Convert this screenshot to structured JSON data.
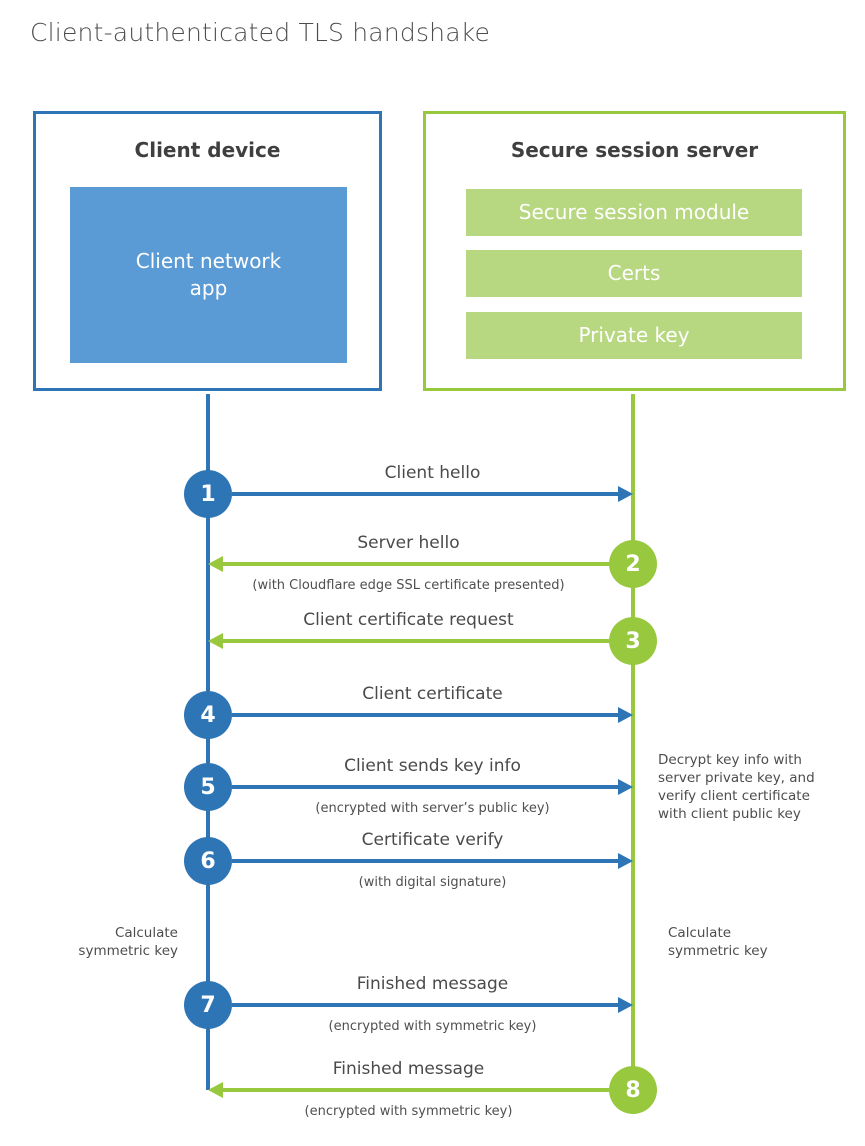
{
  "title": "Client-authenticated TLS handshake",
  "colors": {
    "client_blue": "#2e75b6",
    "client_blue_light": "#5b9bd5",
    "server_green": "#97c83e",
    "server_green_light": "#b7d781"
  },
  "client_box": {
    "title": "Client device",
    "app_line1": "Client network",
    "app_line2": "app"
  },
  "server_box": {
    "title": "Secure session server",
    "modules": [
      "Secure session module",
      "Certs",
      "Private key"
    ]
  },
  "messages": [
    {
      "step": "1",
      "label": "Client hello",
      "direction": "client-to-server",
      "sublabel": ""
    },
    {
      "step": "2",
      "label": "Server hello",
      "direction": "server-to-client",
      "sublabel": "(with Cloudflare edge SSL certificate presented)"
    },
    {
      "step": "3",
      "label": "Client certificate request",
      "direction": "server-to-client",
      "sublabel": ""
    },
    {
      "step": "4",
      "label": "Client certificate",
      "direction": "client-to-server",
      "sublabel": ""
    },
    {
      "step": "5",
      "label": "Client sends key info",
      "direction": "client-to-server",
      "sublabel": "(encrypted with server’s public key)"
    },
    {
      "step": "6",
      "label": "Certificate verify",
      "direction": "client-to-server",
      "sublabel": "(with digital signature)"
    },
    {
      "step": "7",
      "label": "Finished message",
      "direction": "client-to-server",
      "sublabel": "(encrypted with symmetric key)"
    },
    {
      "step": "8",
      "label": "Finished message",
      "direction": "server-to-client",
      "sublabel": "(encrypted with symmetric key)"
    }
  ],
  "annotations": {
    "server_note_line1": "Decrypt key info with",
    "server_note_line2": "server private key, and",
    "server_note_line3": "verify client certificate",
    "server_note_line4": "with client public key",
    "calc_line1": "Calculate",
    "calc_line2": "symmetric key"
  }
}
